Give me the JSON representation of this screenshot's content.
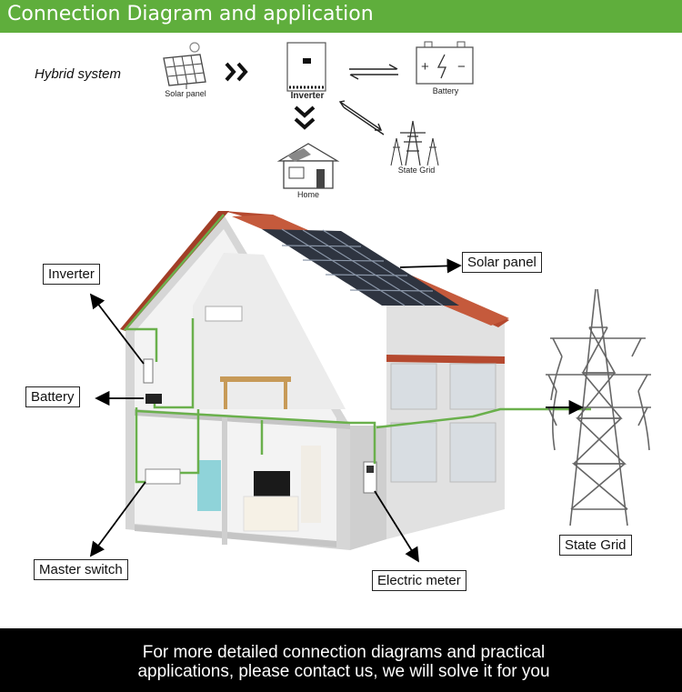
{
  "header": {
    "title": "Connection Diagram and application"
  },
  "hybrid": {
    "label": "Hybrid system",
    "solar_panel": "Solar panel",
    "inverter": "Inverter",
    "battery": "Battery",
    "home": "Home",
    "state_grid": "State Grid"
  },
  "callouts": {
    "inverter": "Inverter",
    "battery": "Battery",
    "solar_panel": "Solar panel",
    "state_grid": "State Grid",
    "master_switch": "Master switch",
    "electric_meter": "Electric meter"
  },
  "footer": {
    "line1": "For more detailed connection diagrams and practical",
    "line2": "applications, please contact us, we will solve it for you"
  },
  "colors": {
    "accent": "#5fae3c",
    "wire": "#6ab04c",
    "roof": "#b5492f"
  }
}
